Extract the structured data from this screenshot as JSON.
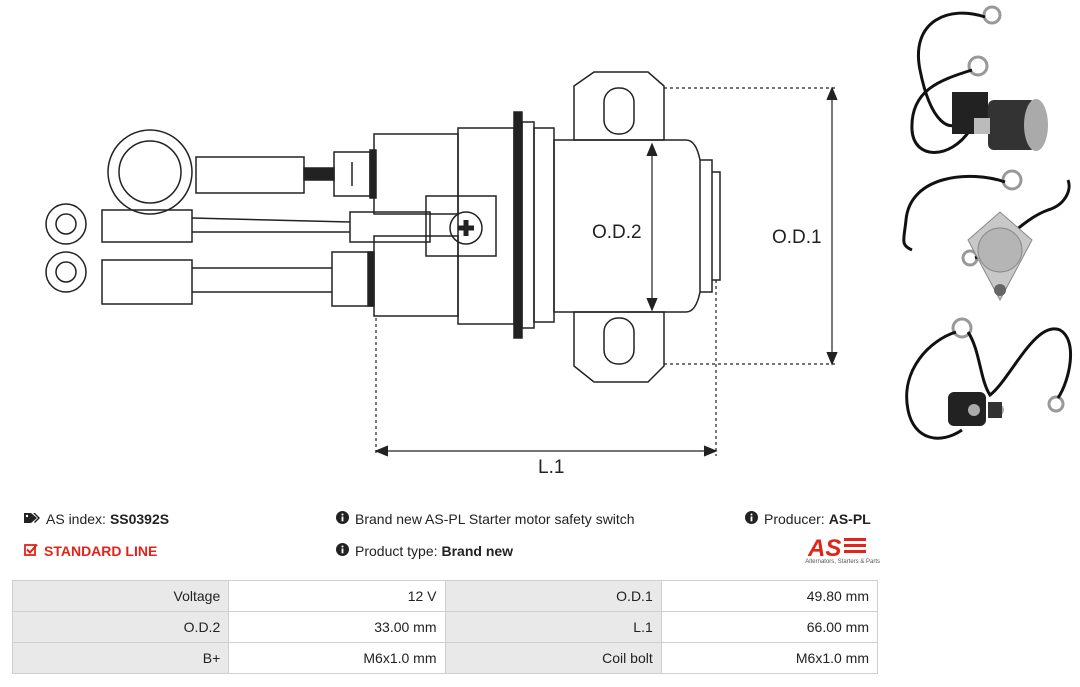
{
  "drawing": {
    "od2_label": "O.D.2",
    "od1_label": "O.D.1",
    "l1_label": "L.1"
  },
  "info": {
    "as_index_label": "AS index:",
    "as_index_value": "SS0392S",
    "line_label": "STANDARD LINE",
    "description": "Brand new AS-PL Starter motor safety switch",
    "product_type_label": "Product type:",
    "product_type_value": "Brand new",
    "producer_label": "Producer:",
    "producer_value": "AS-PL"
  },
  "logo": {
    "text": "AS",
    "tagline": "Alternators, Starters & Parts"
  },
  "colors": {
    "accent_red": "#e2231a",
    "table_key_bg": "#e9e9e9",
    "table_border": "#cfcfcf"
  },
  "specs": [
    {
      "k1": "Voltage",
      "v1": "12 V",
      "k2": "O.D.1",
      "v2": "49.80 mm"
    },
    {
      "k1": "O.D.2",
      "v1": "33.00 mm",
      "k2": "L.1",
      "v2": "66.00 mm"
    },
    {
      "k1": "B+",
      "v1": "M6x1.0 mm",
      "k2": "Coil bolt",
      "v2": "M6x1.0 mm"
    }
  ]
}
